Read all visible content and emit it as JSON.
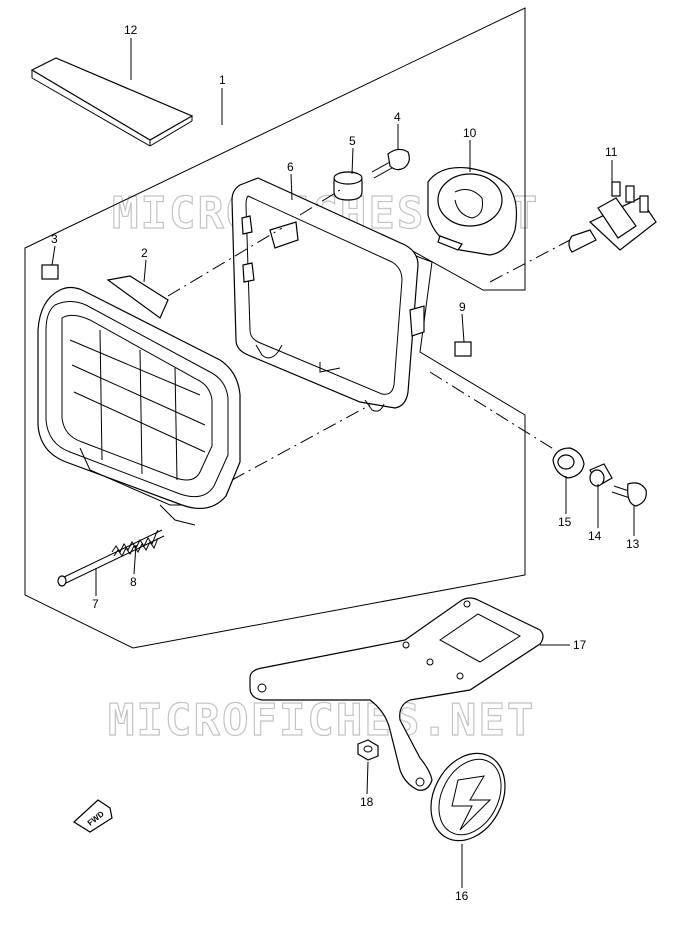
{
  "watermarks": [
    "MICROFICHES.NET",
    "MICROFICHES.NET"
  ],
  "direction_label": "FWD",
  "callouts": [
    {
      "id": "12",
      "label": "12"
    },
    {
      "id": "1",
      "label": "1"
    },
    {
      "id": "4",
      "label": "4"
    },
    {
      "id": "10",
      "label": "10"
    },
    {
      "id": "5",
      "label": "5"
    },
    {
      "id": "6",
      "label": "6"
    },
    {
      "id": "11",
      "label": "11"
    },
    {
      "id": "3",
      "label": "3"
    },
    {
      "id": "2",
      "label": "2"
    },
    {
      "id": "9",
      "label": "9"
    },
    {
      "id": "15",
      "label": "15"
    },
    {
      "id": "14",
      "label": "14"
    },
    {
      "id": "13",
      "label": "13"
    },
    {
      "id": "8",
      "label": "8"
    },
    {
      "id": "7",
      "label": "7"
    },
    {
      "id": "17",
      "label": "17"
    },
    {
      "id": "18",
      "label": "18"
    },
    {
      "id": "16",
      "label": "16"
    }
  ]
}
